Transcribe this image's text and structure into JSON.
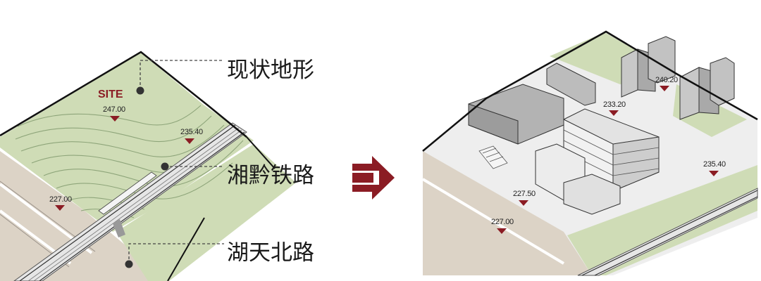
{
  "colors": {
    "terrain_green": "#cfdcb6",
    "contour_line": "#8ea57a",
    "road_beige": "#dcd3c6",
    "building_gray": "#b9b9b9",
    "accent_red": "#8b1c24",
    "outline": "#111111"
  },
  "left_diagram": {
    "site_label": "SITE",
    "elevations": {
      "site": "247.00",
      "rail": "235.40",
      "road": "227.00"
    },
    "callouts": {
      "terrain": "现状地形",
      "railway": "湘黔铁路",
      "road": "湖天北路"
    }
  },
  "transition_icon": "double-arrow-right-icon",
  "right_diagram": {
    "elevations": {
      "residential": "240.20",
      "main_building": "233.20",
      "rail": "235.40",
      "plaza": "227.50",
      "road": "227.00"
    }
  }
}
